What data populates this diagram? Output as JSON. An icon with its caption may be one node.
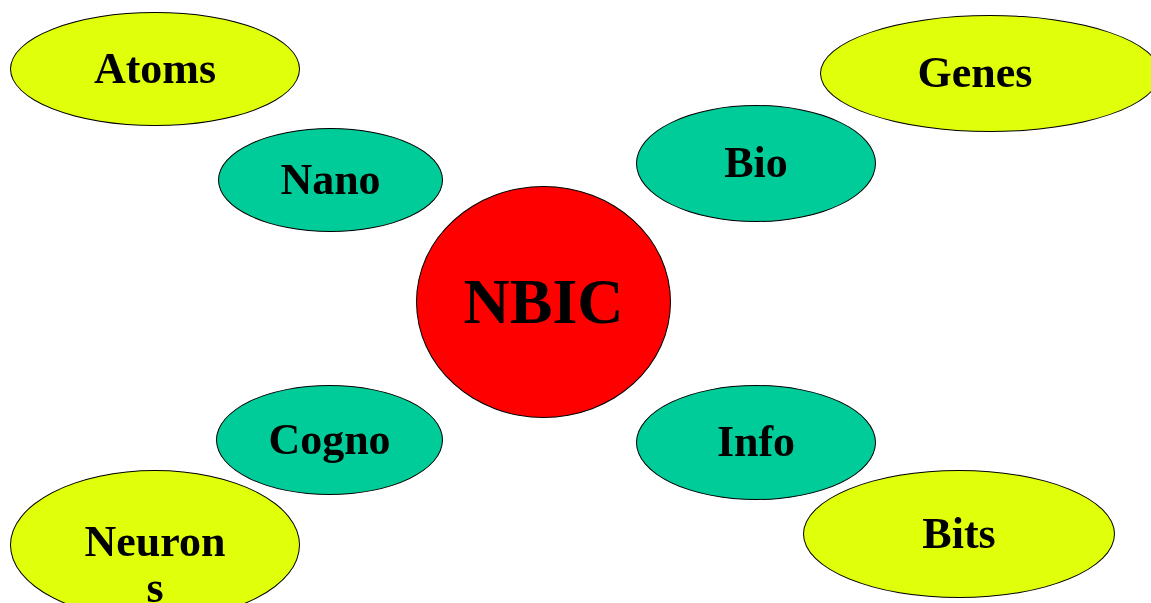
{
  "diagram": {
    "nodes": [
      {
        "text": [
          "Atoms"
        ]
      },
      {
        "text": [
          "Genes"
        ]
      },
      {
        "text": [
          "Nano"
        ]
      },
      {
        "text": [
          "Bio"
        ]
      },
      {
        "text": [
          "NBIC"
        ]
      },
      {
        "text": [
          "Cogno"
        ]
      },
      {
        "text": [
          "Info"
        ]
      },
      {
        "text": [
          "Neurons"
        ]
      },
      {
        "text": [
          "Bits"
        ]
      }
    ]
  }
}
